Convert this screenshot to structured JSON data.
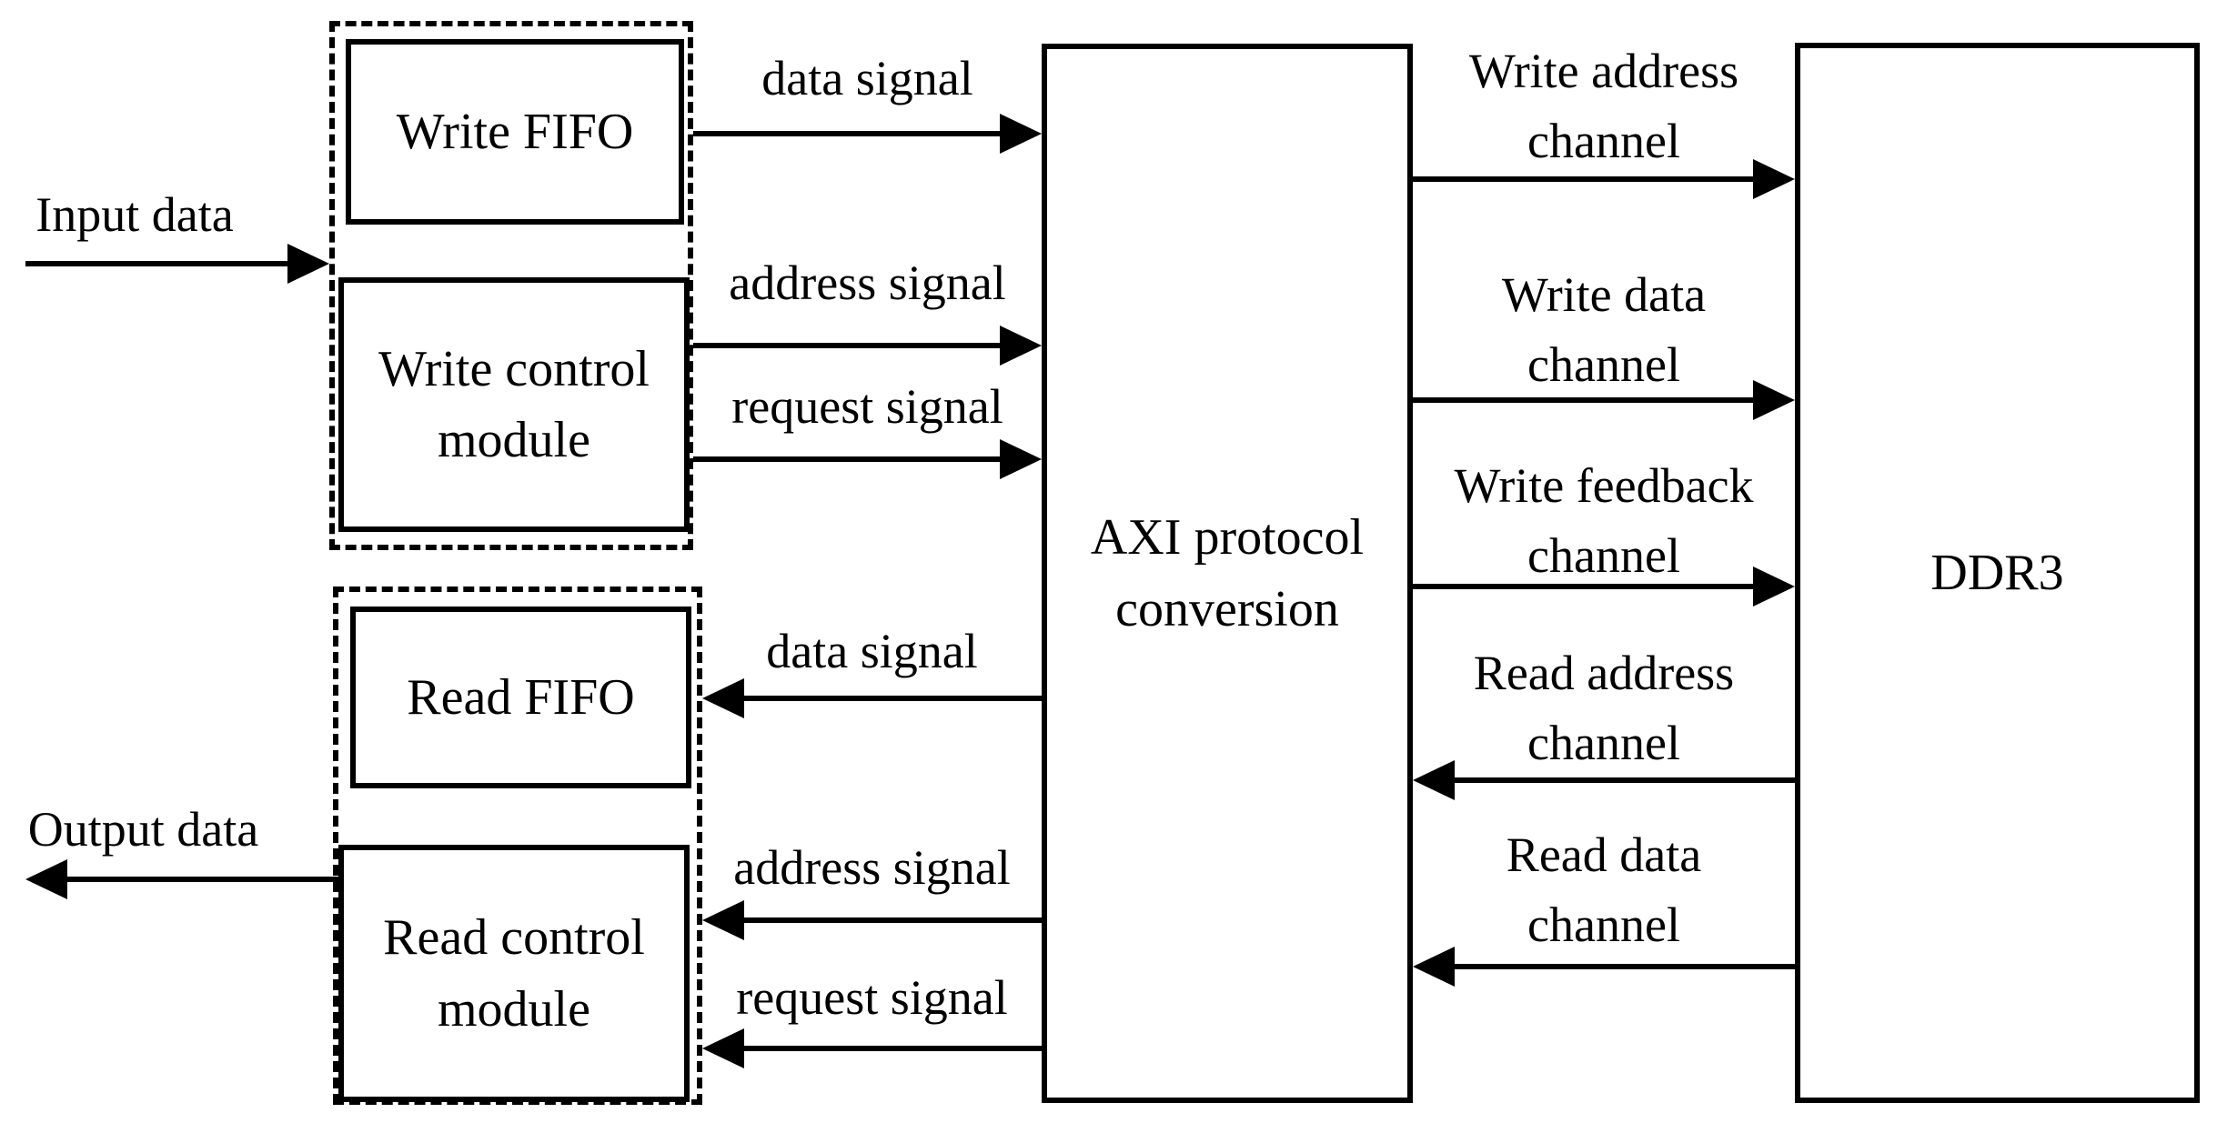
{
  "colors": {
    "stroke": "#000000",
    "background": "#ffffff"
  },
  "diagram": {
    "io": {
      "input_label": "Input data",
      "output_label": "Output data"
    },
    "write_group": {
      "fifo_label": "Write FIFO",
      "control_label": "Write control\nmodule"
    },
    "read_group": {
      "fifo_label": "Read FIFO",
      "control_label": "Read control\nmodule"
    },
    "axi_label": "AXI protocol\nconversion",
    "ddr3_label": "DDR3",
    "write_signals": [
      {
        "label": "data signal",
        "direction": "right"
      },
      {
        "label": "address signal",
        "direction": "right"
      },
      {
        "label": "request signal",
        "direction": "right"
      }
    ],
    "read_signals": [
      {
        "label": "data signal",
        "direction": "left"
      },
      {
        "label": "address signal",
        "direction": "left"
      },
      {
        "label": "request signal",
        "direction": "left"
      }
    ],
    "channels": [
      {
        "label": "Write address\nchannel",
        "direction": "right"
      },
      {
        "label": "Write data\nchannel",
        "direction": "right"
      },
      {
        "label": "Write feedback\nchannel",
        "direction": "right"
      },
      {
        "label": "Read address\nchannel",
        "direction": "left"
      },
      {
        "label": "Read data\nchannel",
        "direction": "left"
      }
    ]
  }
}
